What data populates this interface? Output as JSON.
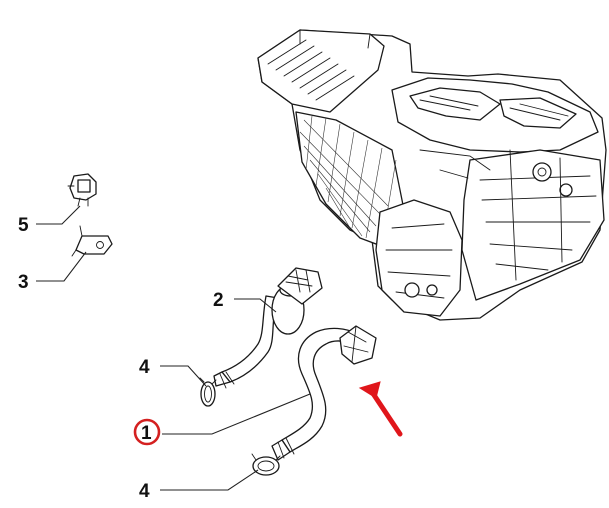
{
  "callouts": {
    "c1": "1",
    "c2": "2",
    "c3": "3",
    "c4a": "4",
    "c4b": "4",
    "c5": "5"
  },
  "highlight": {
    "callout": "1",
    "ring_color": "#d42020"
  },
  "arrow": {
    "color": "#e0161b",
    "icon": "red-direction-arrow"
  }
}
